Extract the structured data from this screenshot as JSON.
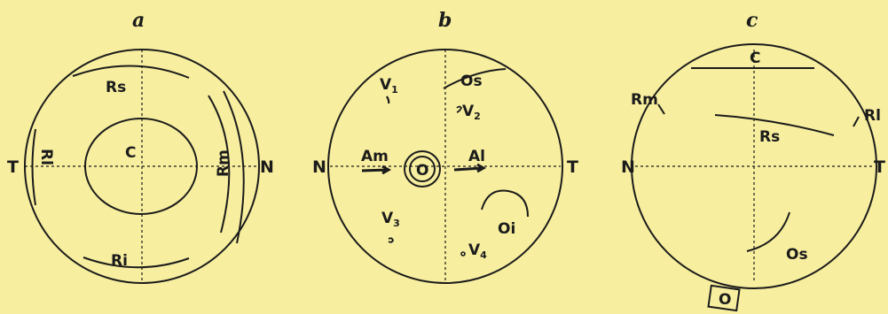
{
  "panels": {
    "a": {
      "letter": "a",
      "labels": {
        "rs": "Rs",
        "c": "C",
        "rl": "Rl",
        "rm": "Rm",
        "ri": "Ri",
        "t": "T",
        "n": "N"
      }
    },
    "b": {
      "letter": "b",
      "labels": {
        "v1": "V",
        "v1_sub": "1",
        "os": "Os",
        "v2": "V",
        "v2_sub": "2",
        "am": "Am",
        "al": "Al",
        "o": "O",
        "oi": "Oi",
        "v3": "V",
        "v3_sub": "3",
        "v4": "V",
        "v4_sub": "4",
        "n": "N",
        "t": "T"
      }
    },
    "c": {
      "letter": "c",
      "labels": {
        "c": "C",
        "rm": "Rm",
        "rl": "Rl",
        "rs": "Rs",
        "n": "N",
        "t": "T",
        "os": "Os",
        "o": "O"
      }
    }
  }
}
